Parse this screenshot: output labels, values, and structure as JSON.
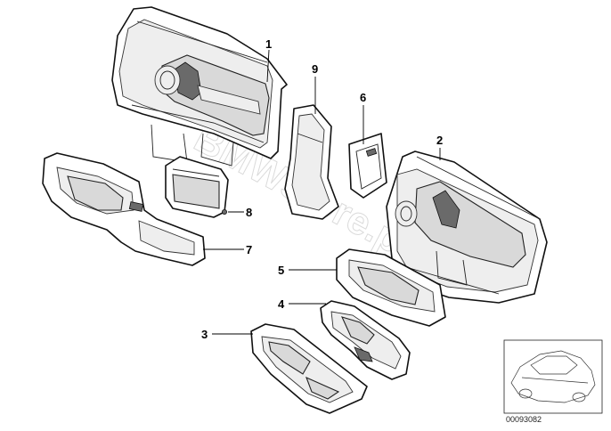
{
  "callouts": {
    "c1": "1",
    "c2": "2",
    "c3": "3",
    "c4": "4",
    "c5": "5",
    "c6": "6",
    "c7": "7",
    "c8": "8",
    "c9": "9"
  },
  "watermark": "BMWstore.pl",
  "document_number": "00093082",
  "thumbnail_icon": "car-outline-icon"
}
